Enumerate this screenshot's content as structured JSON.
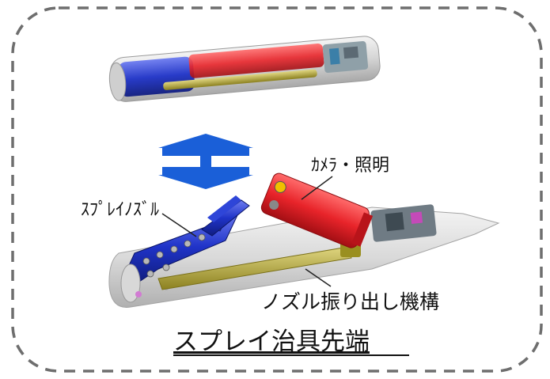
{
  "labels": {
    "camera_lighting": "ｶﾒﾗ・照明",
    "spray_nozzle": "ｽﾌﾟﾚｲﾉｽﾞﾙ",
    "nozzle_extension": "ノズル振り出し機構",
    "title": "スプレイ治具先端"
  },
  "icons": {
    "transition_arrow": "double-vertical-arrow-icon"
  },
  "colors": {
    "frame": "#6e6e6e",
    "arrow": "#1a5fd8",
    "camera_body": "#e8242a",
    "nozzle_body": "#1f33c8",
    "mechanism_rod": "#b3a732",
    "housing": "#d9d9d9"
  }
}
